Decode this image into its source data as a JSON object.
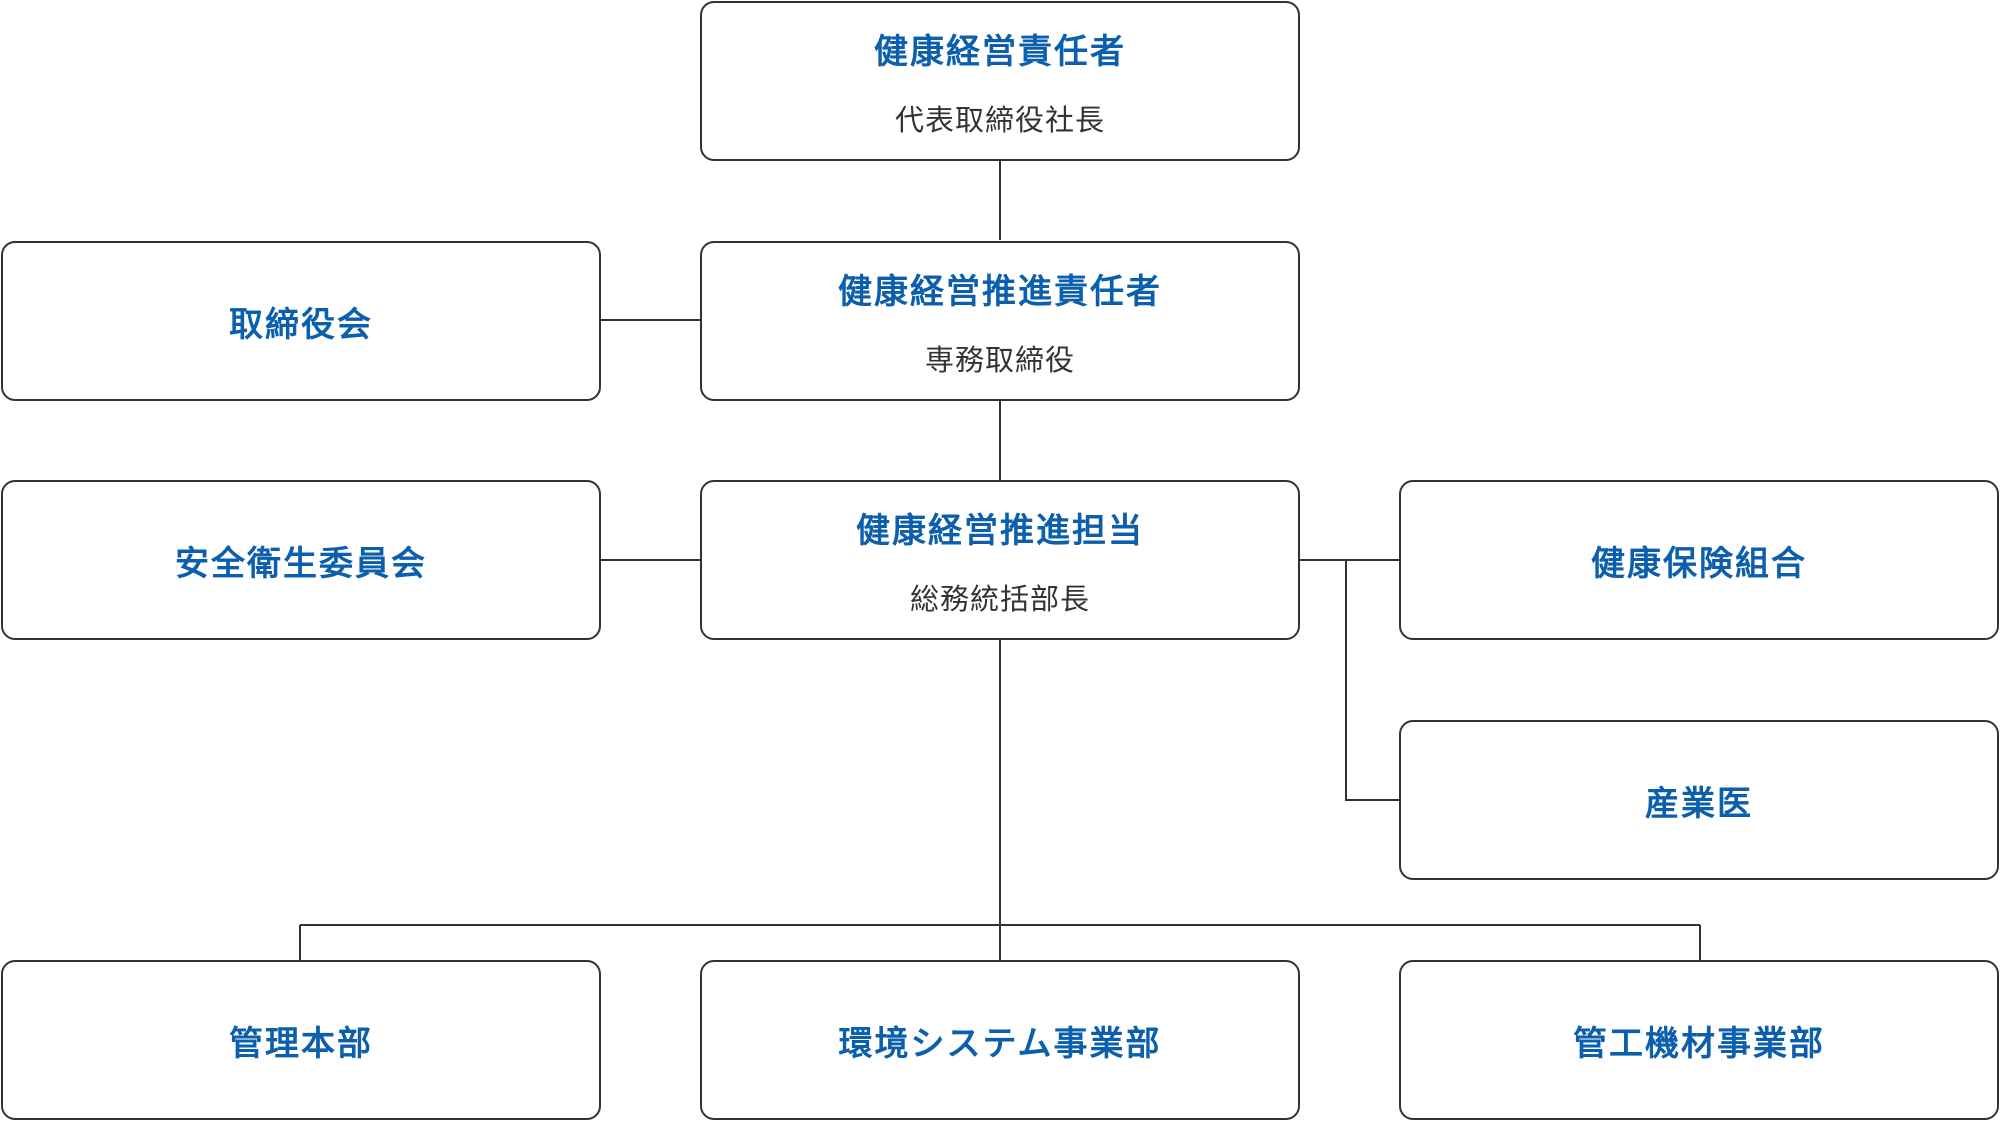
{
  "colors": {
    "title": "#0b5fad",
    "text": "#333333",
    "line": "#333333",
    "border": "#333333"
  },
  "nodes": {
    "officer": {
      "title": "健康経営責任者",
      "sub": "代表取締役社長"
    },
    "promotion_officer": {
      "title": "健康経営推進責任者",
      "sub": "専務取締役"
    },
    "board": {
      "title": "取締役会"
    },
    "promotion_staff": {
      "title": "健康経営推進担当",
      "sub": "総務統括部長"
    },
    "safety_committee": {
      "title": "安全衛生委員会"
    },
    "health_insurance": {
      "title": "健康保険組合"
    },
    "industrial_physician": {
      "title": "産業医"
    },
    "admin_division": {
      "title": "管理本部"
    },
    "env_division": {
      "title": "環境システム事業部"
    },
    "pipe_division": {
      "title": "管工機材事業部"
    }
  }
}
